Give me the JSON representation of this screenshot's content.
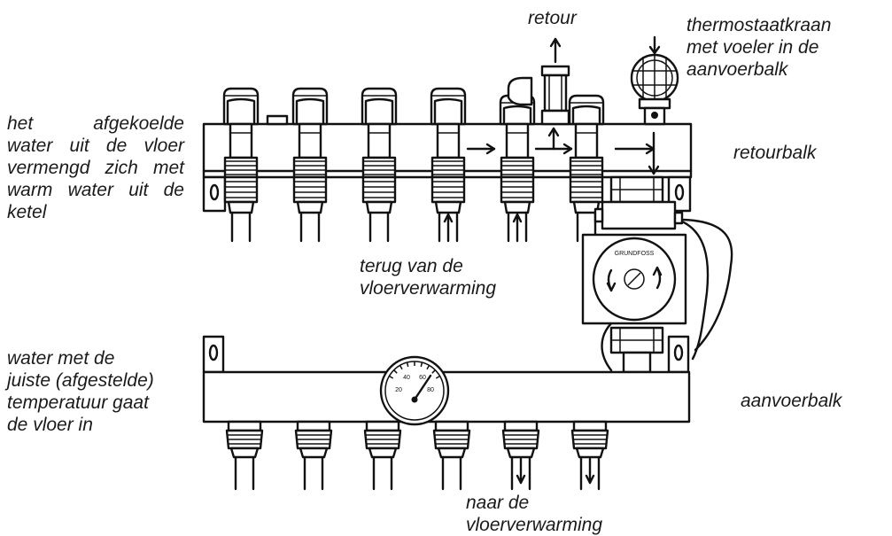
{
  "labels": {
    "retour": "retour",
    "thermostaat": [
      "thermostaatkraan",
      "met voeler in de",
      "aanvoerbalk"
    ],
    "mixing": [
      "het afgekoelde",
      "water uit de vloer",
      "vermengd zich met",
      "warm water uit de",
      "ketel"
    ],
    "retourbalk": "retourbalk",
    "terug": [
      "terug van de",
      "vloerverwarming"
    ],
    "water_juiste": [
      "water met de",
      "juiste (afgestelde)",
      "temperatuur gaat",
      "de vloer in"
    ],
    "aanvoerbalk": "aanvoerbalk",
    "naar": [
      "naar de",
      "vloerverwarming"
    ]
  },
  "pump": {
    "brand": "GRUNDFOSS"
  },
  "gauge": {
    "ticks": [
      "20",
      "40",
      "60",
      "80"
    ]
  }
}
